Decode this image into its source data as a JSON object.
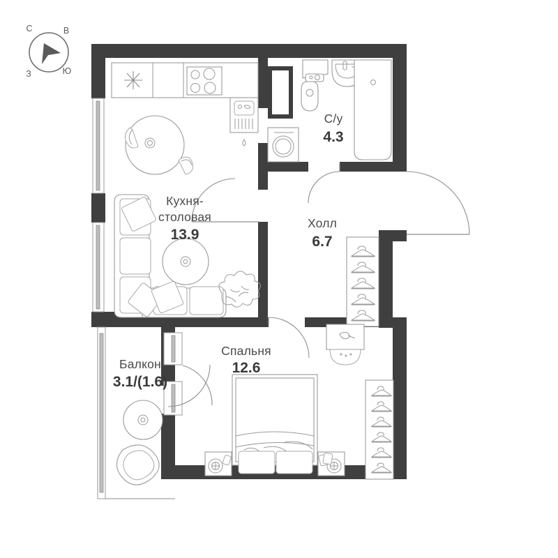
{
  "plan": {
    "title": "Apartment floor plan",
    "wall_color": "#3f3f3f",
    "line_color": "#9a9a9a",
    "text_color": "#4a4a4a",
    "background": "#ffffff"
  },
  "compass": {
    "name": "compass-rose",
    "north": "С",
    "east": "В",
    "south": "Ю",
    "west": "З"
  },
  "rooms": [
    {
      "id": "kitchen-living",
      "name": "Кухня-",
      "name_line2": "столовая",
      "area": "13.9"
    },
    {
      "id": "bathroom",
      "name": "С/у",
      "area": "4.3"
    },
    {
      "id": "hall",
      "name": "Холл",
      "area": "6.7"
    },
    {
      "id": "bedroom",
      "name": "Спальня",
      "area": "12.6"
    },
    {
      "id": "balcony",
      "name": "Балкон",
      "area": "3.1/(1.6)"
    }
  ],
  "fixtures": {
    "kitchen": [
      "refrigerator-icon",
      "cooktop-icon",
      "kitchen-sink-icon",
      "dining-table",
      "dining-chair",
      "sofa",
      "coffee-table",
      "plant-decor"
    ],
    "bathroom": [
      "toilet-icon",
      "washbasin-icon",
      "bathtub-icon",
      "washing-machine-icon"
    ],
    "hall": [
      "wardrobe-hangers"
    ],
    "bedroom": [
      "double-bed",
      "nightstand-left",
      "nightstand-right",
      "dresser-mirror",
      "wardrobe-hangers"
    ],
    "balcony": [
      "balcony-table",
      "armchair"
    ]
  },
  "counts": {
    "hall_hangers": 5,
    "bedroom_hangers": 6,
    "cooktop_burners": 4
  }
}
